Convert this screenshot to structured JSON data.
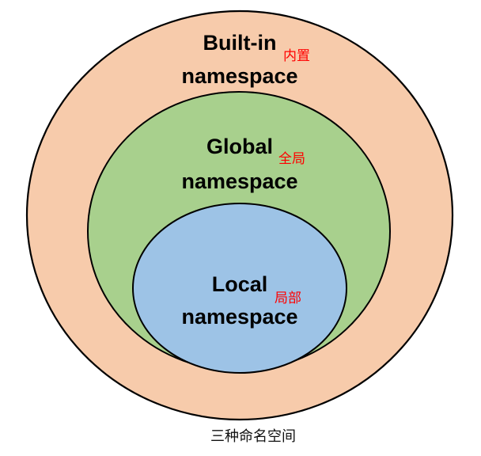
{
  "diagram": {
    "type": "nested-circles",
    "caption": "三种命名空间",
    "colors": {
      "builtin_fill": "#f7cbab",
      "global_fill": "#a8d08d",
      "local_fill": "#9dc3e6",
      "stroke": "#000000",
      "chinese_label": "#ff0000"
    },
    "builtin": {
      "title": "Built-in",
      "subtitle": "namespace",
      "chinese": "内置"
    },
    "global": {
      "title": "Global",
      "subtitle": "namespace",
      "chinese": "全局"
    },
    "local": {
      "title": "Local",
      "subtitle": "namespace",
      "chinese": "局部"
    }
  }
}
